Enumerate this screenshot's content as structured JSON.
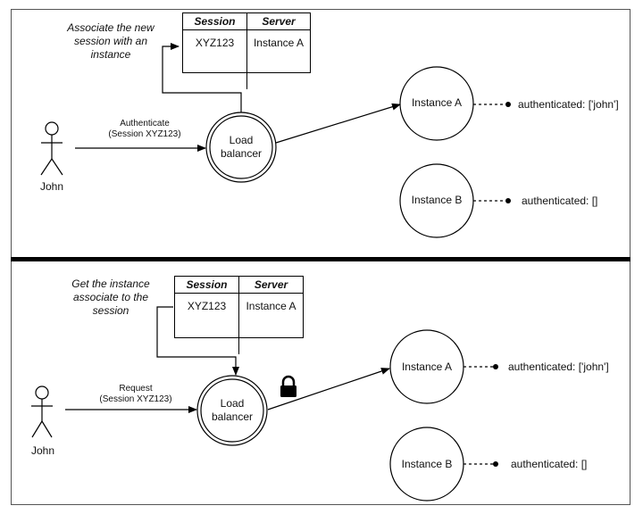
{
  "top": {
    "note": [
      "Associate the new",
      "session with an",
      "instance"
    ],
    "table": {
      "headers": [
        "Session",
        "Server"
      ],
      "row": [
        "XYZ123",
        "Instance A"
      ]
    },
    "actor": "John",
    "edge_label": [
      "Authenticate",
      "(Session XYZ123)"
    ],
    "lb": [
      "Load",
      "balancer"
    ],
    "instance_a": "Instance A",
    "instance_b": "Instance B",
    "auth_a": "authenticated: ['john']",
    "auth_b": "authenticated: []"
  },
  "bottom": {
    "note": [
      "Get the instance",
      "associate to the",
      "session"
    ],
    "table": {
      "headers": [
        "Session",
        "Server"
      ],
      "row": [
        "XYZ123",
        "Instance A"
      ]
    },
    "actor": "John",
    "edge_label": [
      "Request",
      "(Session XYZ123)"
    ],
    "lb": [
      "Load",
      "balancer"
    ],
    "instance_a": "Instance A",
    "instance_b": "Instance B",
    "auth_a": "authenticated: ['john']",
    "auth_b": "authenticated: []"
  },
  "icons": [
    "lock-icon"
  ]
}
